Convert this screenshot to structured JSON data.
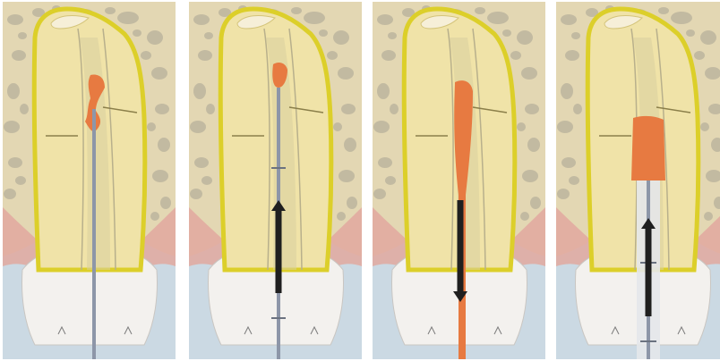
{
  "figure": {
    "panel_count": 4,
    "panels": [
      {
        "id": "panel-1",
        "arrow": "none",
        "filling": "apical-plug-with-voids"
      },
      {
        "id": "panel-2",
        "arrow": "up",
        "filling": "apical-tip"
      },
      {
        "id": "panel-3",
        "arrow": "down",
        "filling": "irregular-column"
      },
      {
        "id": "panel-4",
        "arrow": "up",
        "filling": "dense-plug"
      }
    ],
    "colors": {
      "bone": "#e3d7b3",
      "marrow": "#a8a392",
      "tooth": "#f0e3a8",
      "enamel_outline": "#dccf2a",
      "gingiva": "#e2a89f",
      "background_bottom": "#cbd9e3",
      "crown": "#f3f1ee",
      "filling": "#e77a41",
      "instrument": "#8d96a8",
      "arrow": "#1f1f1f"
    }
  }
}
